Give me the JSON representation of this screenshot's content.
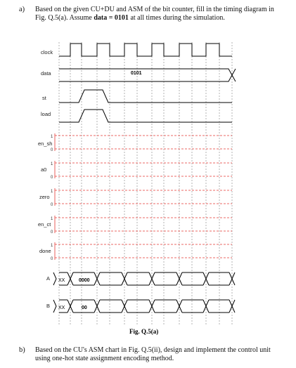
{
  "question_a": {
    "label": "a)",
    "text_before": "Based on the given CU+DU and ASM of the bit counter, fill in the timing diagram in Fig. Q.5(a). Assume ",
    "text_bold": "data = 0101",
    "text_after": " at all times during the simulation."
  },
  "question_b": {
    "label": "b)",
    "text": "Based on the CU's ASM chart in Fig. Q.5(ii), design and implement the control unit using one-hot state assignment encoding method."
  },
  "figure_caption": "Fig. Q.5(a)",
  "signals": {
    "clock": "clock",
    "data": "data",
    "st": "st",
    "load": "load",
    "en_sh": "en_sh",
    "a0": "a0",
    "zero": "zero",
    "en_ct": "en_ct",
    "done": "done",
    "A": "A",
    "B": "B"
  },
  "values": {
    "data_value": "0101",
    "A_initial": "XX",
    "A_first": "0000",
    "B_initial": "XX",
    "B_first": "00",
    "level_high": "1",
    "level_low": "0"
  },
  "colors": {
    "wave": "#000000",
    "blank_level": "#e53935",
    "grid": "#666666"
  }
}
